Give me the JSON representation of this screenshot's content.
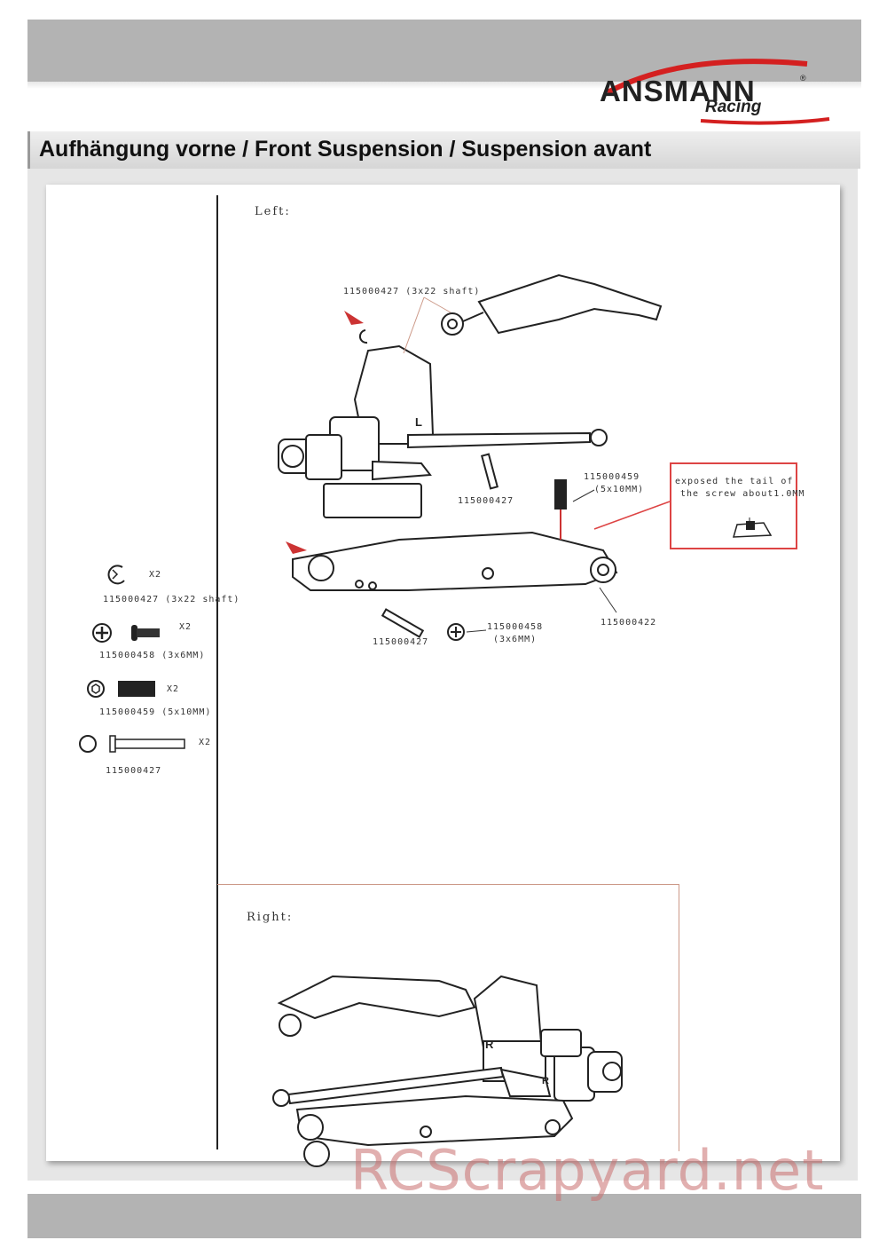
{
  "header": {
    "brand": "ANSMANN",
    "brand_sub": "Racing",
    "registered_mark": "®"
  },
  "page_title": "Aufhängung vorne / Front Suspension / Suspension avant",
  "parts_list": [
    {
      "icon": "e-clip-icon",
      "quantity": "X2",
      "part_number": "115000427 (3x22 shaft)"
    },
    {
      "icon": "phillips-screw-icon",
      "quantity": "X2",
      "part_number": "115000458 (3x6MM)"
    },
    {
      "icon": "set-screw-icon",
      "quantity": "X2",
      "part_number": "115000459 (5x10MM)"
    },
    {
      "icon": "pin-shaft-icon",
      "quantity": "X2",
      "part_number": "115000427"
    }
  ],
  "diagram_left": {
    "label": "Left:",
    "callouts": [
      {
        "text": "115000427 (3x22 shaft)"
      },
      {
        "text": "115000427"
      },
      {
        "text": "115000459"
      },
      {
        "text": "(5x10MM)"
      },
      {
        "text": "115000422"
      },
      {
        "text": "115000427"
      },
      {
        "text": "115000458"
      },
      {
        "text": "(3x6MM)"
      }
    ],
    "note_line1": "exposed the tail of",
    "note_line2": "the screw about1.0MM",
    "part_marking": "L"
  },
  "diagram_right": {
    "label": "Right:",
    "part_marking": "R"
  },
  "watermark": "RCScrapyard.net"
}
